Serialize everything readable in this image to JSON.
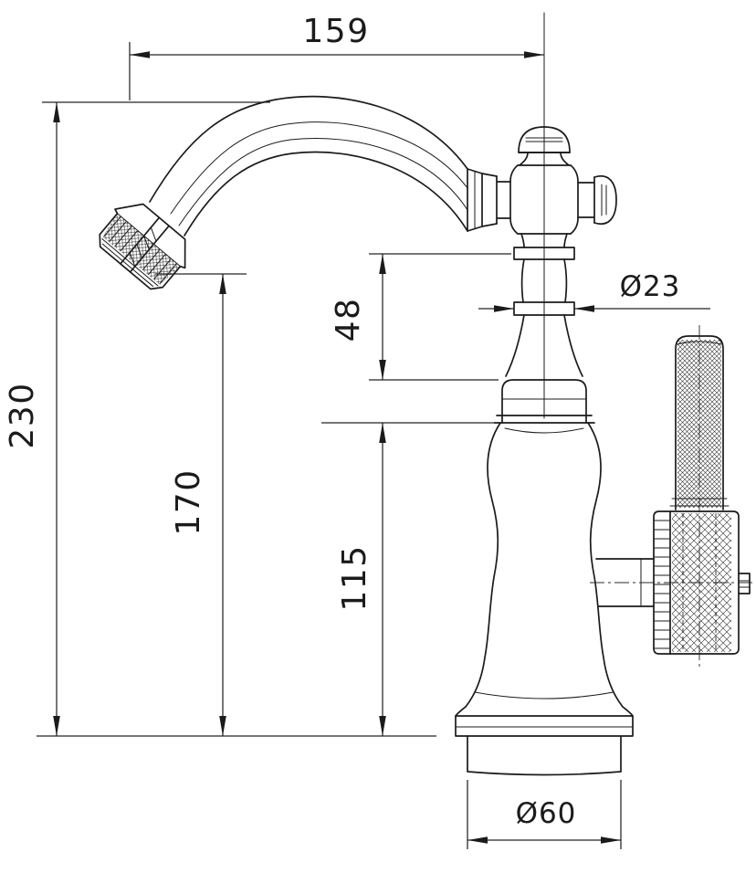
{
  "page": {
    "background": "#ffffff",
    "line_color": "#1b1b1b"
  },
  "drawing": {
    "subject": "Classic single-hole basin faucet, dimensioned side elevation",
    "dimensions": {
      "overall_width": "159",
      "overall_height": "230",
      "spout_outlet_height": "170",
      "body_height": "115",
      "neck_section_height": "48",
      "neck_diameter": "Ø23",
      "base_diameter": "Ø60"
    }
  }
}
